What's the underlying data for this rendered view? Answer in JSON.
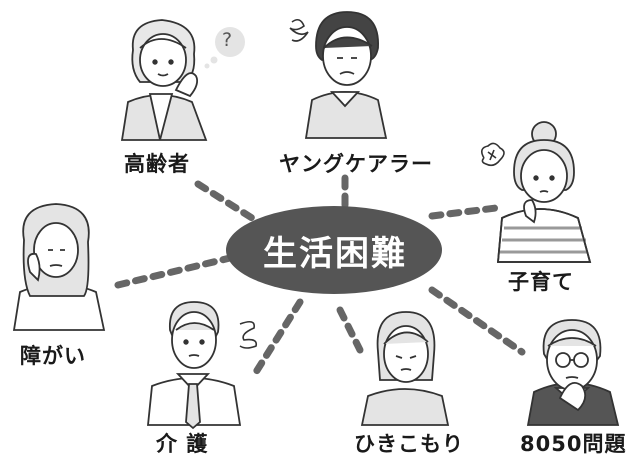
{
  "center": {
    "label": "生活困難",
    "color": "#555555"
  },
  "nodes": [
    {
      "id": "elderly",
      "label": "高齢者"
    },
    {
      "id": "young-carer",
      "label": "ヤングケアラー"
    },
    {
      "id": "childcare",
      "label": "子育て"
    },
    {
      "id": "disability",
      "label": "障がい"
    },
    {
      "id": "caregiving",
      "label": "介 護"
    },
    {
      "id": "hikikomori",
      "label": "ひきこもり"
    },
    {
      "id": "8050",
      "label": "8050問題"
    }
  ],
  "icons": {
    "question": "?"
  },
  "colors": {
    "line": "#666666",
    "fill_light": "#e4e4e4",
    "stroke": "#333333"
  }
}
